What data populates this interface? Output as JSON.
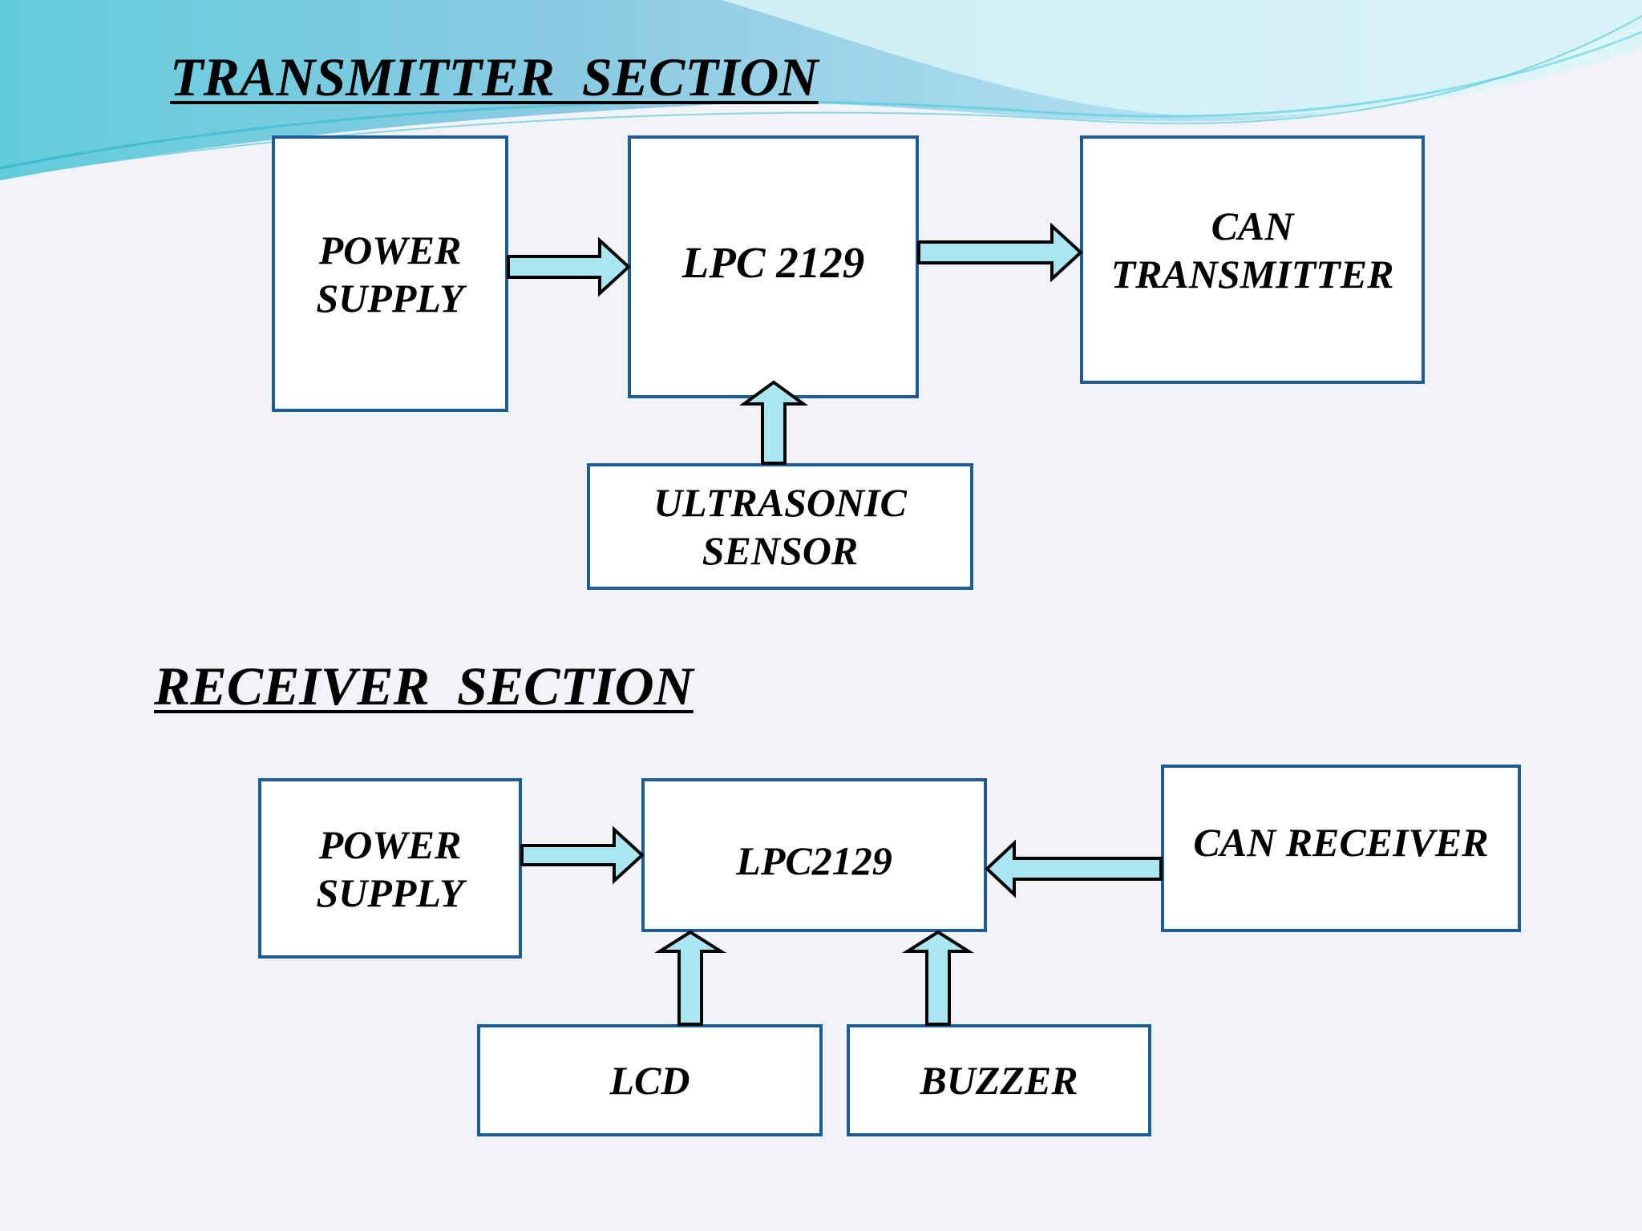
{
  "transmitter_section": {
    "title": "TRANSMITTER  SECTION",
    "blocks": {
      "power_supply": "POWER\nSUPPLY",
      "lpc": "LPC 2129",
      "can_transmitter": "CAN\nTRANSMITTER",
      "ultrasonic_sensor": "ULTRASONIC\nSENSOR"
    }
  },
  "receiver_section": {
    "title": "RECEIVER  SECTION",
    "blocks": {
      "power_supply": "POWER\nSUPPLY",
      "lpc": "LPC2129",
      "can_receiver": "CAN RECEIVER",
      "lcd": "LCD",
      "buzzer": "BUZZER"
    }
  },
  "colors": {
    "block_border": "#1d5d96",
    "arrow_fill": "#a8e6f0",
    "background": "#f1f3f7",
    "wave_accent": "#5cc9dc"
  }
}
